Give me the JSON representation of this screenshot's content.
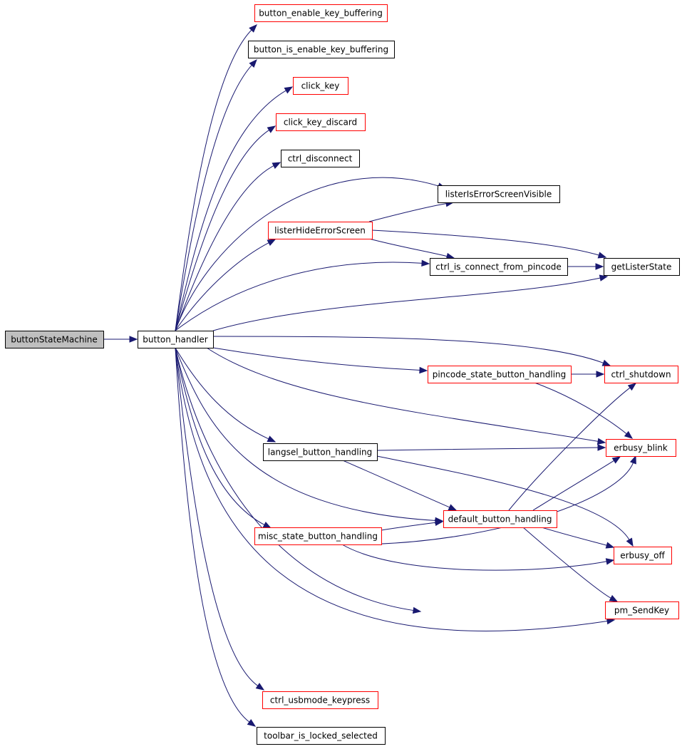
{
  "colors": {
    "edge": "#191970",
    "red_border": "#ff0000",
    "black_border": "#000000",
    "root_fill": "#bfbfbf"
  },
  "nodes": [
    {
      "id": "buttonStateMachine",
      "label": "buttonStateMachine",
      "border": "black",
      "root": true
    },
    {
      "id": "button_handler",
      "label": "button_handler",
      "border": "black"
    },
    {
      "id": "button_enable_key_buffering",
      "label": "button_enable_key_buffering",
      "border": "red"
    },
    {
      "id": "button_is_enable_key_buffering",
      "label": "button_is_enable_key_buffering",
      "border": "black"
    },
    {
      "id": "click_key",
      "label": "click_key",
      "border": "red"
    },
    {
      "id": "click_key_discard",
      "label": "click_key_discard",
      "border": "red"
    },
    {
      "id": "ctrl_disconnect",
      "label": "ctrl_disconnect",
      "border": "black"
    },
    {
      "id": "listerIsErrorScreenVisible",
      "label": "listerIsErrorScreenVisible",
      "border": "black"
    },
    {
      "id": "listerHideErrorScreen",
      "label": "listerHideErrorScreen",
      "border": "red"
    },
    {
      "id": "ctrl_is_connect_from_pincode",
      "label": "ctrl_is_connect_from_pincode",
      "border": "black"
    },
    {
      "id": "getListerState",
      "label": "getListerState",
      "border": "black"
    },
    {
      "id": "pincode_state_button_handling",
      "label": "pincode_state_button_handling",
      "border": "red"
    },
    {
      "id": "ctrl_shutdown",
      "label": "ctrl_shutdown",
      "border": "red"
    },
    {
      "id": "langsel_button_handling",
      "label": "langsel_button_handling",
      "border": "black"
    },
    {
      "id": "erbusy_blink",
      "label": "erbusy_blink",
      "border": "red"
    },
    {
      "id": "default_button_handling",
      "label": "default_button_handling",
      "border": "red"
    },
    {
      "id": "misc_state_button_handling",
      "label": "misc_state_button_handling",
      "border": "red"
    },
    {
      "id": "erbusy_off",
      "label": "erbusy_off",
      "border": "red"
    },
    {
      "id": "pm_SendKey",
      "label": "pm_SendKey",
      "border": "red"
    },
    {
      "id": "ctrl_usbmode_keypress",
      "label": "ctrl_usbmode_keypress",
      "border": "red"
    },
    {
      "id": "toolbar_is_locked_selected",
      "label": "toolbar_is_locked_selected",
      "border": "black"
    }
  ],
  "edges": [
    {
      "from": "buttonStateMachine",
      "to": "button_handler"
    },
    {
      "from": "button_handler",
      "to": "button_enable_key_buffering"
    },
    {
      "from": "button_handler",
      "to": "button_is_enable_key_buffering"
    },
    {
      "from": "button_handler",
      "to": "click_key"
    },
    {
      "from": "button_handler",
      "to": "click_key_discard"
    },
    {
      "from": "button_handler",
      "to": "ctrl_disconnect"
    },
    {
      "from": "button_handler",
      "to": "listerIsErrorScreenVisible"
    },
    {
      "from": "button_handler",
      "to": "listerHideErrorScreen"
    },
    {
      "from": "button_handler",
      "to": "ctrl_is_connect_from_pincode"
    },
    {
      "from": "button_handler",
      "to": "getListerState"
    },
    {
      "from": "button_handler",
      "to": "ctrl_shutdown"
    },
    {
      "from": "button_handler",
      "to": "pincode_state_button_handling"
    },
    {
      "from": "button_handler",
      "to": "erbusy_blink"
    },
    {
      "from": "button_handler",
      "to": "langsel_button_handling"
    },
    {
      "from": "button_handler",
      "to": "default_button_handling"
    },
    {
      "from": "button_handler",
      "to": "misc_state_button_handling"
    },
    {
      "from": "button_handler",
      "to": "erbusy_off"
    },
    {
      "from": "button_handler",
      "to": "pm_SendKey"
    },
    {
      "from": "button_handler",
      "to": "ctrl_usbmode_keypress"
    },
    {
      "from": "button_handler",
      "to": "toolbar_is_locked_selected"
    },
    {
      "from": "listerHideErrorScreen",
      "to": "listerIsErrorScreenVisible"
    },
    {
      "from": "listerHideErrorScreen",
      "to": "getListerState"
    },
    {
      "from": "listerHideErrorScreen",
      "to": "ctrl_is_connect_from_pincode"
    },
    {
      "from": "ctrl_is_connect_from_pincode",
      "to": "getListerState"
    },
    {
      "from": "pincode_state_button_handling",
      "to": "ctrl_shutdown"
    },
    {
      "from": "pincode_state_button_handling",
      "to": "erbusy_blink"
    },
    {
      "from": "langsel_button_handling",
      "to": "erbusy_blink"
    },
    {
      "from": "langsel_button_handling",
      "to": "default_button_handling"
    },
    {
      "from": "langsel_button_handling",
      "to": "erbusy_off"
    },
    {
      "from": "default_button_handling",
      "to": "ctrl_shutdown"
    },
    {
      "from": "default_button_handling",
      "to": "erbusy_blink"
    },
    {
      "from": "default_button_handling",
      "to": "erbusy_off"
    },
    {
      "from": "default_button_handling",
      "to": "pm_SendKey"
    },
    {
      "from": "misc_state_button_handling",
      "to": "default_button_handling"
    },
    {
      "from": "misc_state_button_handling",
      "to": "erbusy_blink"
    },
    {
      "from": "misc_state_button_handling",
      "to": "erbusy_off"
    }
  ]
}
